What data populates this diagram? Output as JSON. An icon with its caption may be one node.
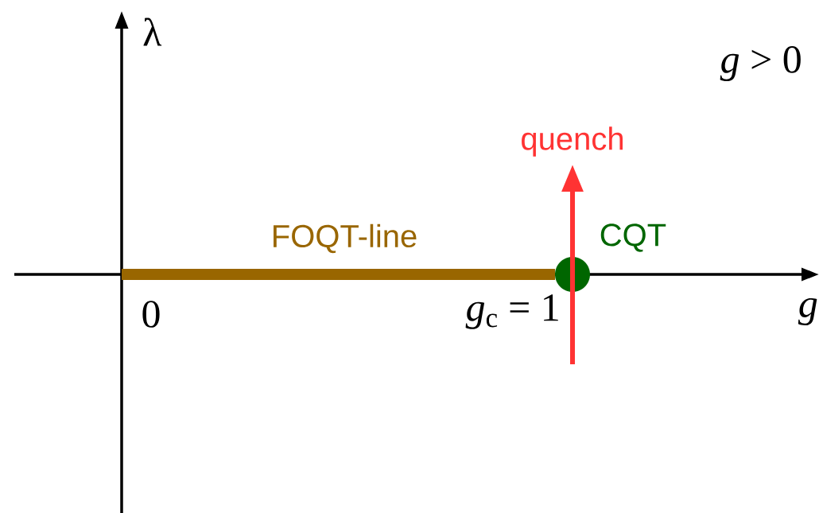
{
  "diagram": {
    "nodes": [
      {
        "text": [],
        "shape": "circle",
        "beside": [
          "CQT"
        ]
      }
    ],
    "labels": [
      "λ",
      "*g* > 0",
      "quench",
      "FOQT-line",
      "0",
      "*g*$_{c}$ = 1",
      "*g*"
    ]
  }
}
